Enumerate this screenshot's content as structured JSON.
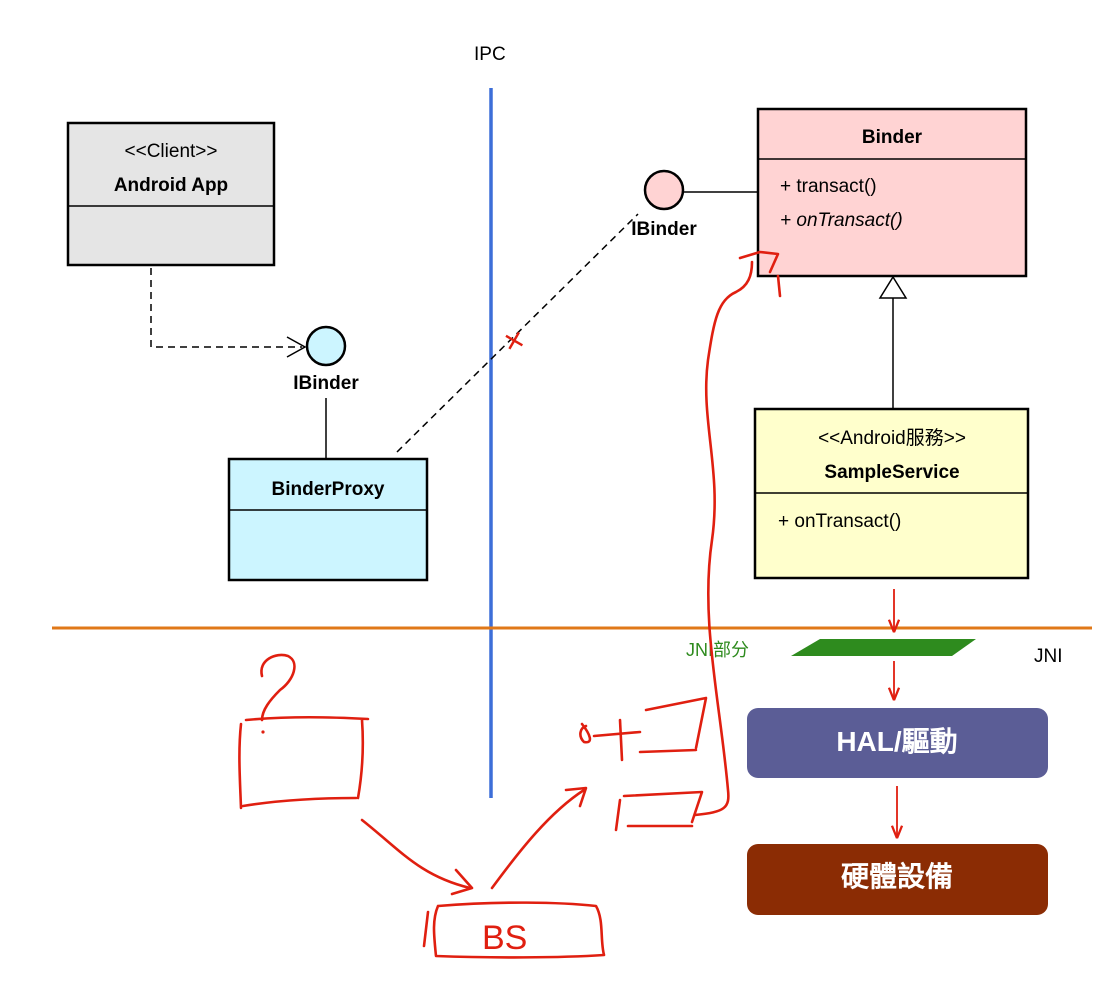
{
  "ipc_label": "IPC",
  "jni_label": "JNI",
  "jni_part_label": "JNI部分",
  "client_box": {
    "stereotype": "<<Client>>",
    "name": "Android App"
  },
  "interfaces": {
    "client_interface": "IBinder",
    "binder_interface": "IBinder"
  },
  "proxy_box": {
    "name": "BinderProxy"
  },
  "binder_box": {
    "name": "Binder",
    "methods": [
      "+ transact()",
      "+ onTransact()"
    ]
  },
  "service_box": {
    "stereotype": "<<Android服務>>",
    "name": "SampleService",
    "methods": [
      "+ onTransact()"
    ]
  },
  "hal_box": {
    "label": "HAL/驅動"
  },
  "hardware_box": {
    "label": "硬體設備"
  },
  "annotations": {
    "bs": "BS",
    "mark_x": "×"
  },
  "colors": {
    "client_fill": "#e5e5e5",
    "proxy_fill": "#ccf5ff",
    "binder_fill": "#ffd3d3",
    "service_fill": "#ffffcc",
    "hal_fill": "#5b5d96",
    "hardware_fill": "#8b2c04",
    "ipc_line": "#3d6ed8",
    "jni_line": "#e07818",
    "jni_plate": "#2e8b1e",
    "scribble": "#e01f10"
  }
}
